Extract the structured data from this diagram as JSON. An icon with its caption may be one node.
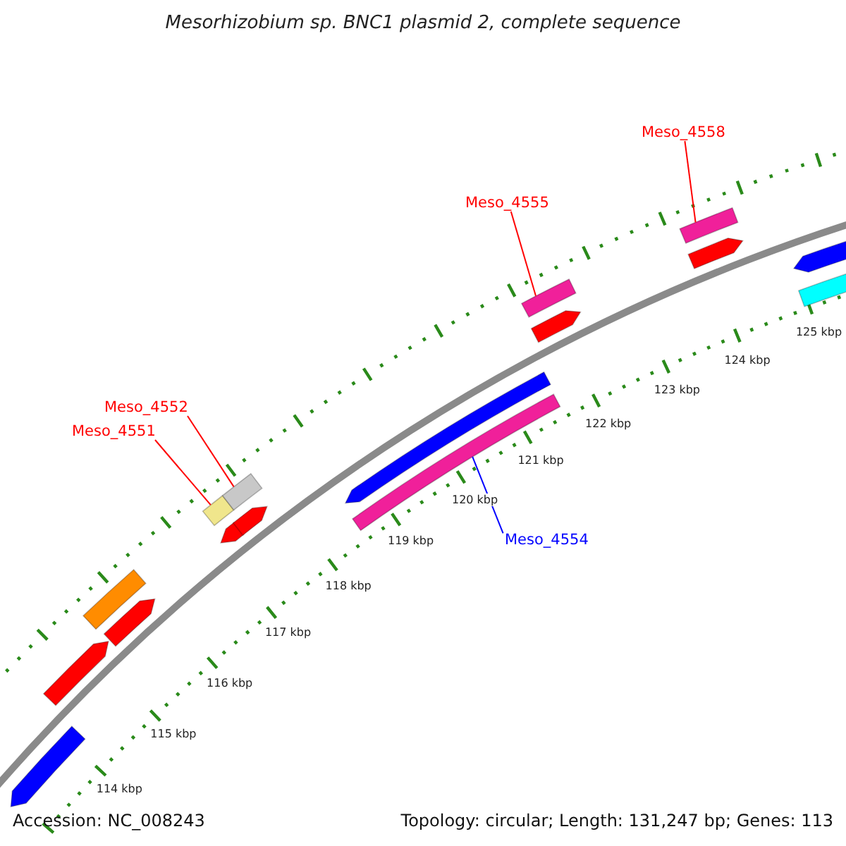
{
  "diagram": {
    "title": "Mesorhizobium sp. BNC1 plasmid 2, complete sequence",
    "nodes": [
      {
        "text": [
          "Meso_4558"
        ]
      },
      {
        "text": [
          "Meso_4555"
        ]
      },
      {
        "text": [
          "Meso_4552"
        ]
      },
      {
        "text": [
          "Meso_4551"
        ]
      },
      {
        "text": [
          "Meso_4554"
        ]
      },
      {
        "text": [],
        "shape": "bar"
      },
      {
        "text": [],
        "shape": "bar"
      },
      {
        "text": [],
        "shape": "bar"
      },
      {
        "text": [],
        "shape": "bar"
      },
      {
        "text": [],
        "shape": "bar"
      }
    ],
    "edges": [
      {
        "from": 0,
        "to": 9,
        "arrow": "none"
      },
      {
        "from": 1,
        "to": 8,
        "arrow": "none"
      },
      {
        "from": 2,
        "to": 6,
        "arrow": "none"
      },
      {
        "from": 3,
        "to": 5,
        "arrow": "none"
      },
      {
        "from": 4,
        "to": 7,
        "arrow": "none",
        "color": "#0000ff"
      }
    ],
    "labels": [
      "114 kbp",
      "115 kbp",
      "116 kbp",
      "117 kbp",
      "118 kbp",
      "119 kbp",
      "120 kbp",
      "121 kbp",
      "122 kbp",
      "123 kbp",
      "124 kbp",
      "125 kbp",
      "Accession: NC_008243",
      "Topology: circular; Length: 131,247 bp; Genes: 113"
    ]
  }
}
